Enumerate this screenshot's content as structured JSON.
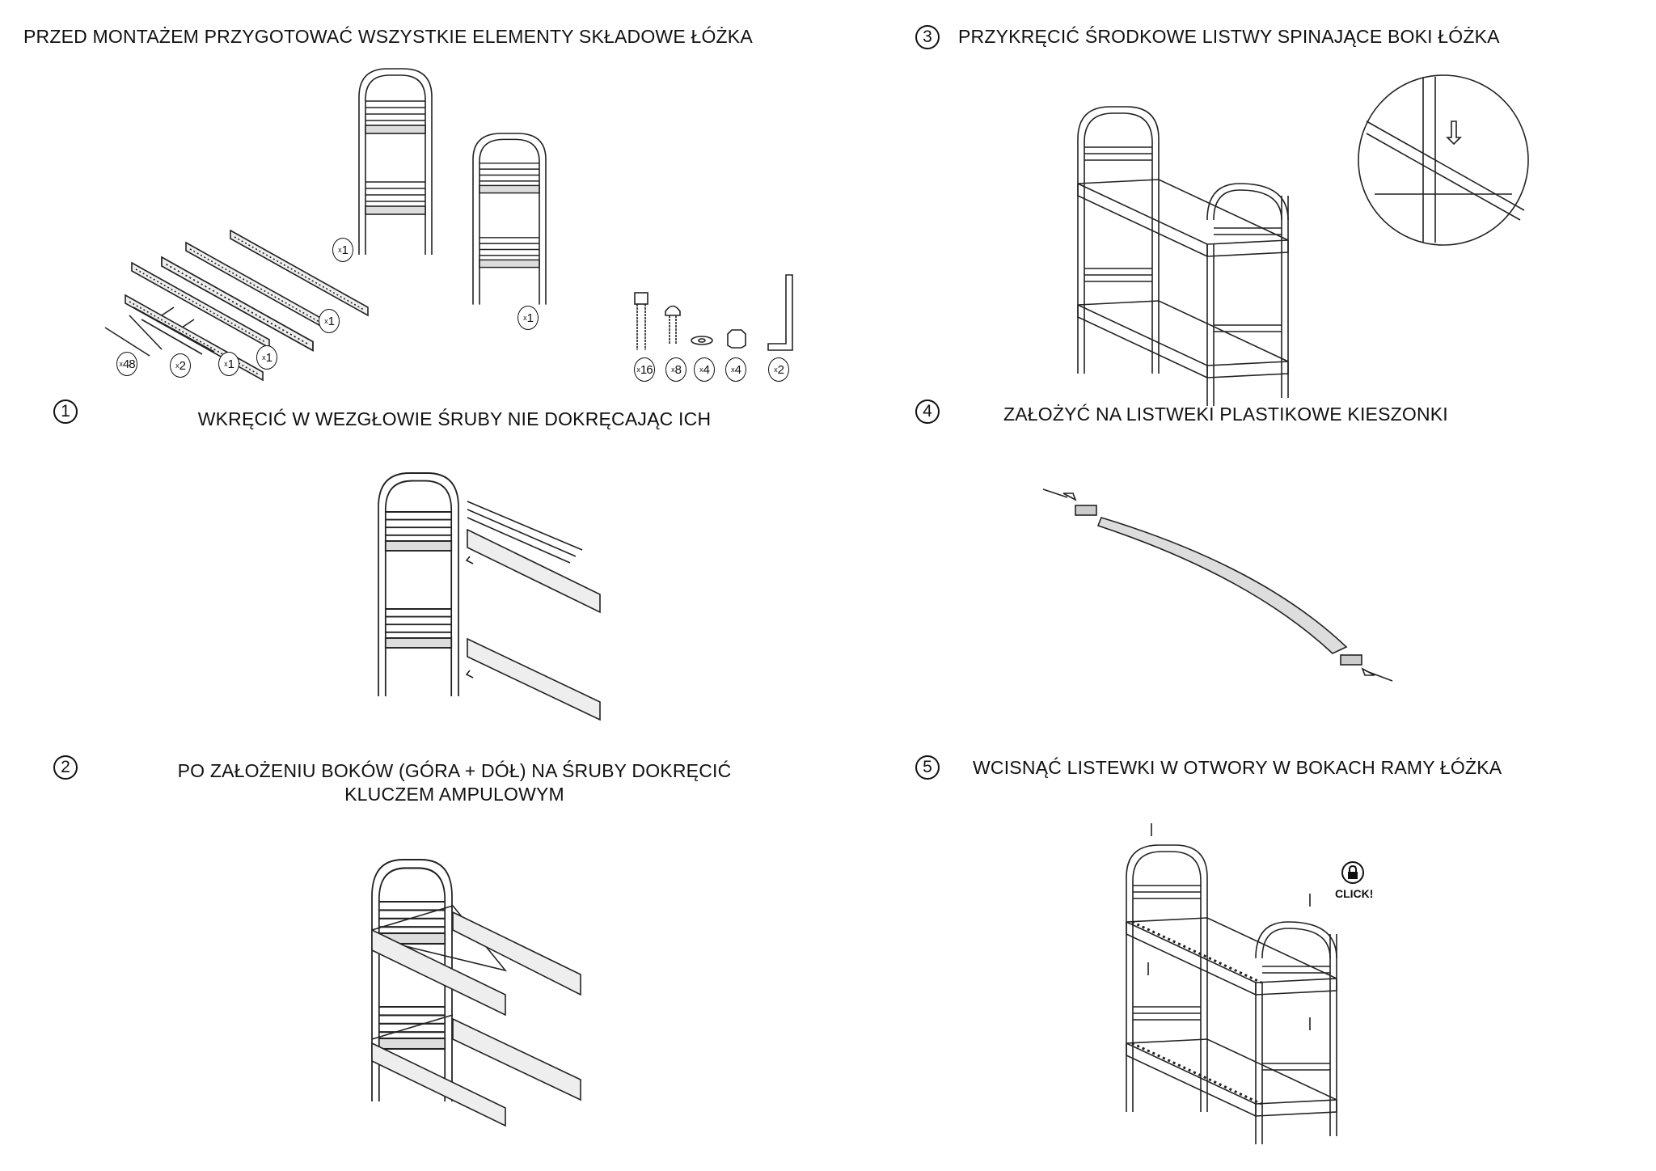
{
  "intro": {
    "title": "PRZED MONTAŻEM PRZYGOTOWAĆ WSZYSTKIE ELEMENTY SKŁADOWE ŁÓŻKA",
    "parts_quantities": [
      "1",
      "1",
      "1",
      "48",
      "2",
      "1",
      "1"
    ],
    "hardware_quantities": [
      "16",
      "8",
      "4",
      "4",
      "2"
    ],
    "quantity_prefix": "x"
  },
  "steps": [
    {
      "number": "1",
      "text": "WKRĘCIĆ W WEZGŁOWIE ŚRUBY NIE DOKRĘCAJĄC ICH"
    },
    {
      "number": "2",
      "text_line1": "PO ZAŁOŻENIU BOKÓW (GÓRA + DÓŁ) NA ŚRUBY DOKRĘCIĆ",
      "text_line2": "KLUCZEM AMPULOWYM"
    },
    {
      "number": "3",
      "text": "PRZYKRĘCIĆ ŚRODKOWE LISTWY SPINAJĄCE BOKI ŁÓŻKA"
    },
    {
      "number": "4",
      "text": "ZAŁOŻYĆ NA LISTWEKI PLASTIKOWE KIESZONKI"
    },
    {
      "number": "5",
      "text": "WCISNĄĆ LISTEWKI W OTWORY W BOKACH RAMY ŁÓŻKA",
      "click_label": "CLICK!"
    }
  ]
}
